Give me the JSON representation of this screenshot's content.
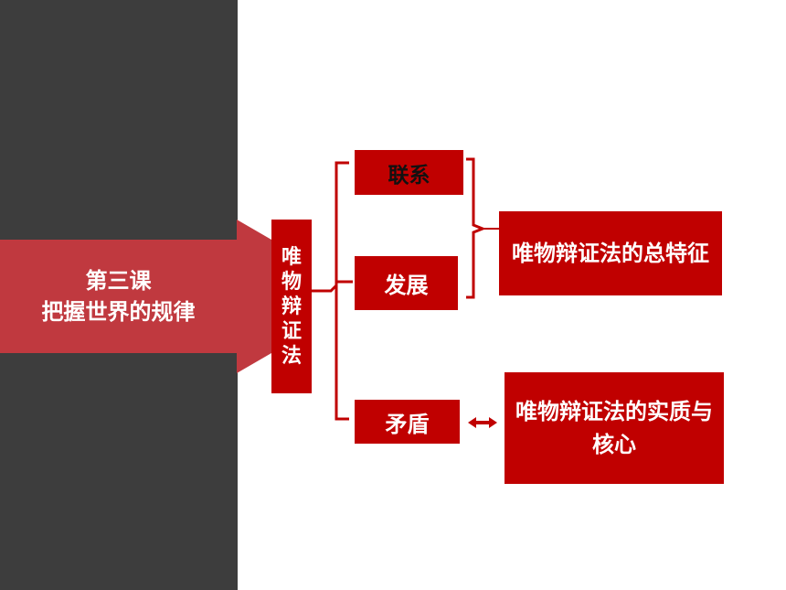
{
  "banner": {
    "line1": "第三课",
    "line2": "把握世界的规律"
  },
  "central": {
    "chars": [
      "唯",
      "物",
      "辩",
      "证",
      "法"
    ]
  },
  "nodes": {
    "lianxi": "联系",
    "fazhan": "发展",
    "maodun": "矛盾"
  },
  "results": {
    "feature": "唯物辩证法的总特征",
    "essence": "唯物辩证法的实质与核心"
  },
  "colors": {
    "dark_panel": "#3d3d3d",
    "banner": "#c0393f",
    "accent_red": "#c00000"
  },
  "icons": {
    "bidirectional_arrow": "double-arrow-icon"
  }
}
